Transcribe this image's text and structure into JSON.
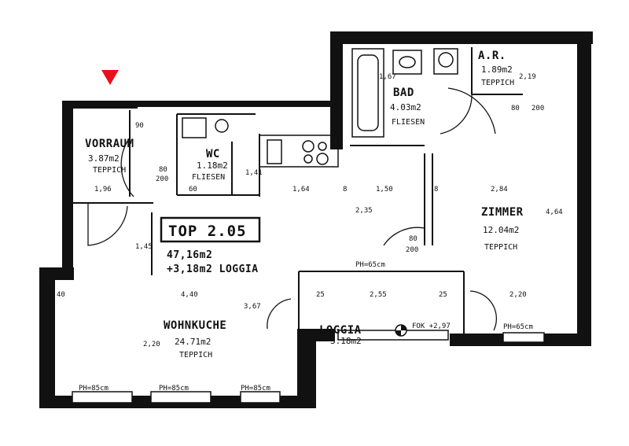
{
  "plan": {
    "unit_title": "TOP 2.05",
    "total_area": "47,16m2",
    "loggia_total": "+3,18m2 LOGGIA",
    "marker_color": "#e8101a",
    "rooms": {
      "vorraum": {
        "name": "VORRAUM",
        "area": "3.87m2",
        "floor": "TEPPICH"
      },
      "wc": {
        "name": "WC",
        "area": "1.18m2",
        "floor": "FLIESEN"
      },
      "bad": {
        "name": "BAD",
        "area": "4.03m2",
        "floor": "FLIESEN"
      },
      "ar": {
        "name": "A.R.",
        "area": "1.89m2",
        "floor": "TEPPICH"
      },
      "zimmer": {
        "name": "ZIMMER",
        "area": "12.04m2",
        "floor": "TEPPICH"
      },
      "wohnkuche": {
        "name": "WOHNKUCHE",
        "area": "24.71m2",
        "floor": "TEPPICH"
      },
      "loggia": {
        "name": "LOGGIA",
        "area": "3.18m2"
      }
    },
    "dimensions": {
      "d196": "1,96",
      "d164": "1,64",
      "d150": "1,50",
      "d284": "2,84",
      "d440": "4,40",
      "d220": "2,20",
      "d255": "2,55",
      "d367": "3,67",
      "d235": "2,35",
      "d464": "4,64",
      "d40": "40",
      "d25a": "25",
      "d25b": "25",
      "d167": "1,67",
      "d219": "2,19",
      "d145": "1,45",
      "d141": "1,41",
      "d8a": "8",
      "d8b": "8",
      "d80a": "80",
      "d200a": "200",
      "d80b": "80",
      "d200b": "200",
      "d90": "90",
      "d60": "60",
      "d80c": "80",
      "d200c": "200",
      "d220b": "2,20"
    },
    "sill_labels": {
      "ph1": "PH=85cm",
      "ph2": "PH=85cm",
      "ph3": "PH=85cm",
      "ph4": "PH=65cm",
      "ph5": "PH=65cm"
    },
    "fok": "FOK +2,97"
  }
}
